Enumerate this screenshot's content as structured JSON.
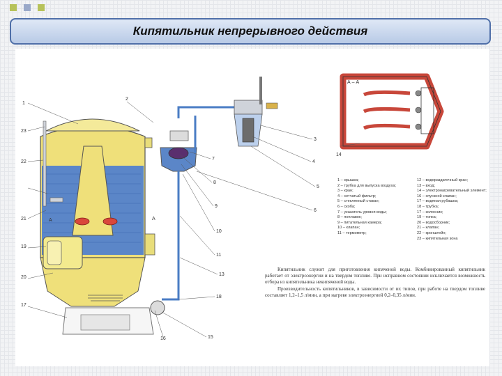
{
  "title": "Кипятильник непрерывного действия",
  "callouts": [
    "1",
    "2",
    "3",
    "4",
    "5",
    "6",
    "7",
    "8",
    "9",
    "10",
    "11",
    "13",
    "14",
    "15",
    "16",
    "17",
    "18",
    "19",
    "20",
    "21",
    "22",
    "23"
  ],
  "section_label": "А – А",
  "arrow_label": "A",
  "legend": {
    "left": [
      "1 – крышка;",
      "2 – трубка для выпуска воздуха;",
      "3 – кран;",
      "4 – сетчатый фильтр;",
      "5 – стеклянный стакан;",
      "6 – скоба;",
      "7 – указатель уровня воды;",
      "8 – поплавок;",
      "9 – питательная камера;",
      "10 – клапан;",
      "11 – термометр;"
    ],
    "right": [
      "12 – водораздаточный кран;",
      "13 – вход;",
      "14 – электронагревательный элемент;",
      "16 – спускной клапан;",
      "17 – водяная рубашка;",
      "18 – трубка;",
      "17 – колосник;",
      "19 – топка;",
      "20 – водосборник;",
      "21 – клапан;",
      "22 – кронштейн;",
      "23 – кипятильная зона"
    ]
  },
  "description": [
    "Кипятильник служит для приготовления кипяченой воды. Комбинированный кипятильник работает от электроэнергии и на твердом топливе. При исправном состоянии исключается возможность отбора из кипятильника некипяченой воды.",
    "Производительность кипятильников, в зависимости от их типов, при работе на твердом топливе составляет 1,2–1,5 л/мин, а при нагреве электроэнергией 0,2–0,35 л/мин."
  ],
  "colors": {
    "water": "#5b86c8",
    "body": "#efe07a",
    "pipe": "#4a7cc4",
    "heater": "#c8473a",
    "frame": "#4f6fa8"
  }
}
